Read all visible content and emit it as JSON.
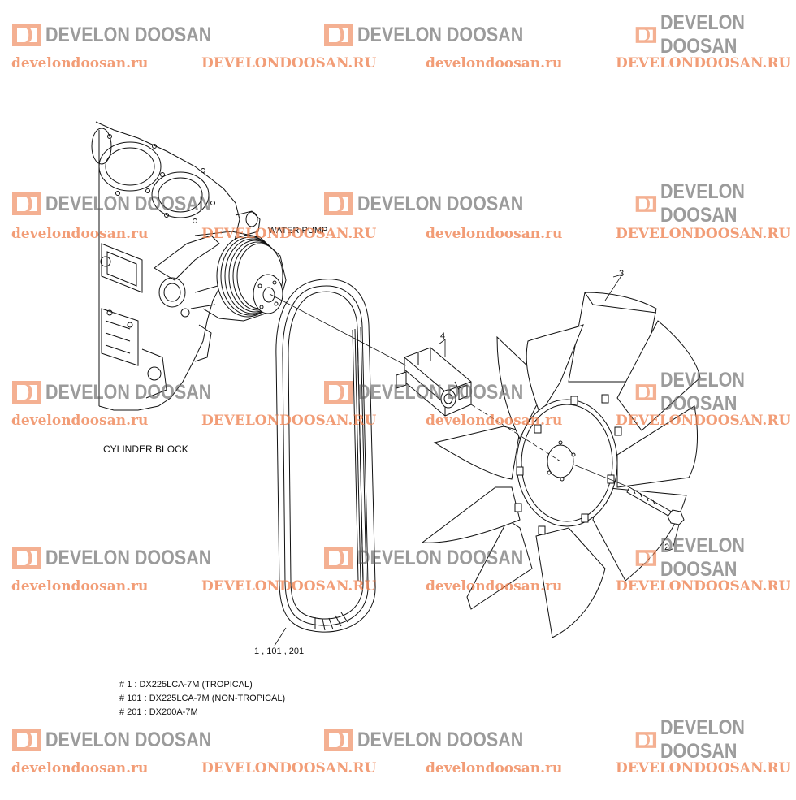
{
  "labels": {
    "water_pump": "WATER PUMP",
    "cylinder_block": "CYLINDER BLOCK",
    "callout_3": "3",
    "callout_4": "4",
    "callout_2": "2",
    "callout_belt": "1 , 101 , 201"
  },
  "legend": [
    "# 1 : DX225LCA-7M (TROPICAL)",
    "# 101 : DX225LCA-7M (NON-TROPICAL)",
    "# 201 : DX200A-7M"
  ],
  "watermark": {
    "brand": "DEVELON DOOSAN",
    "url_lower": "develondoosan.ru",
    "url_upper": "DEVELONDOOSAN.RU",
    "brand_color": "#5a5a5a",
    "accent_color": "#ee7d4a"
  }
}
